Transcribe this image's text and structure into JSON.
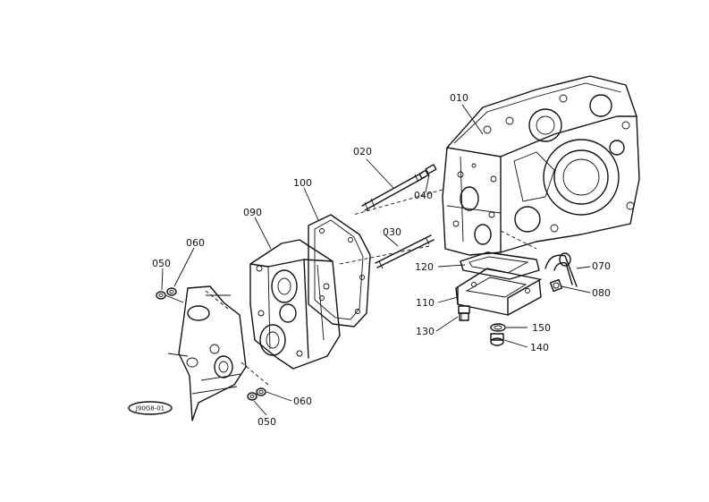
{
  "diagram": {
    "labels": {
      "p010": "010",
      "p020": "020",
      "p030": "030",
      "p040": "040",
      "p050a": "050",
      "p050b": "050",
      "p060a": "060",
      "p060b": "060",
      "p070": "070",
      "p080": "080",
      "p090": "090",
      "p100": "100",
      "p110": "110",
      "p120": "120",
      "p130": "130",
      "p140": "140",
      "p150": "150"
    },
    "reference_code": "J90G8-01"
  }
}
